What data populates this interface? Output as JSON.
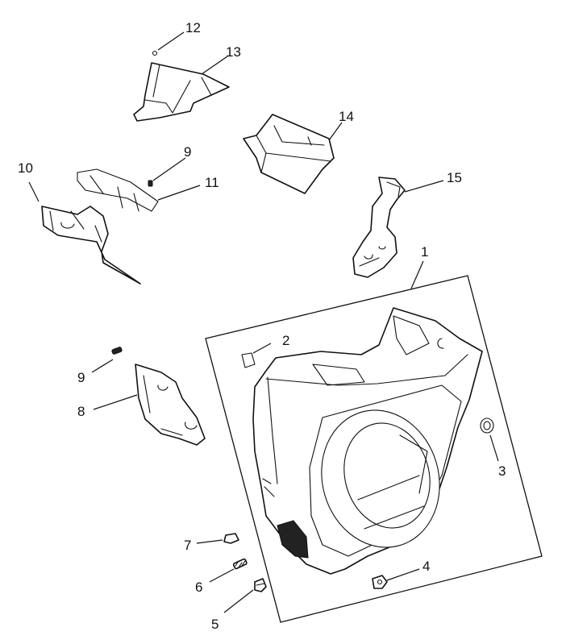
{
  "colors": {
    "line": "#111111",
    "background": "#ffffff"
  },
  "callouts": [
    {
      "id": "1",
      "label": "1"
    },
    {
      "id": "2",
      "label": "2"
    },
    {
      "id": "3",
      "label": "3"
    },
    {
      "id": "4",
      "label": "4"
    },
    {
      "id": "5",
      "label": "5"
    },
    {
      "id": "6",
      "label": "6"
    },
    {
      "id": "7",
      "label": "7"
    },
    {
      "id": "8",
      "label": "8"
    },
    {
      "id": "9a",
      "label": "9"
    },
    {
      "id": "9b",
      "label": "9"
    },
    {
      "id": "10",
      "label": "10"
    },
    {
      "id": "11",
      "label": "11"
    },
    {
      "id": "12",
      "label": "12"
    },
    {
      "id": "13",
      "label": "13"
    },
    {
      "id": "14",
      "label": "14"
    },
    {
      "id": "15",
      "label": "15"
    }
  ]
}
